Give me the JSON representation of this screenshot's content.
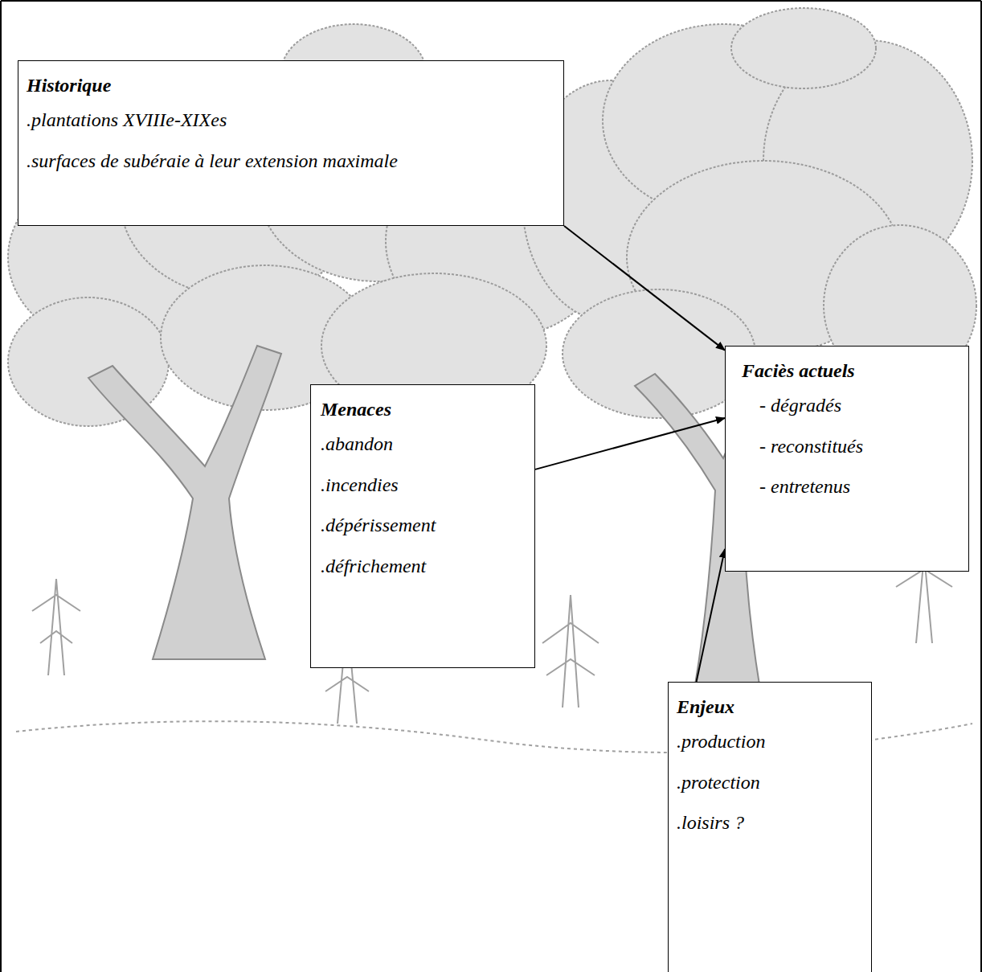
{
  "diagram": {
    "nodes": [
      {
        "text": [
          "Historique",
          ".plantations XVIIIe-XIXes",
          ".surfaces de subéraie à leur extension maximale"
        ]
      },
      {
        "text": [
          "Faciès actuels",
          "- dégradés",
          "- reconstitués",
          "- entretenus"
        ]
      },
      {
        "text": [
          "Menaces",
          ".abandon",
          ".incendies",
          ".dépérissement",
          ".défrichement"
        ]
      },
      {
        "text": [
          "Enjeux",
          ".production",
          ".protection",
          ".loisirs ?"
        ]
      }
    ],
    "edges": [
      {
        "from": 0,
        "to": 1,
        "arrow": "to"
      },
      {
        "from": 2,
        "to": 1,
        "arrow": "to"
      },
      {
        "from": 3,
        "to": 1,
        "arrow": "to"
      }
    ]
  }
}
